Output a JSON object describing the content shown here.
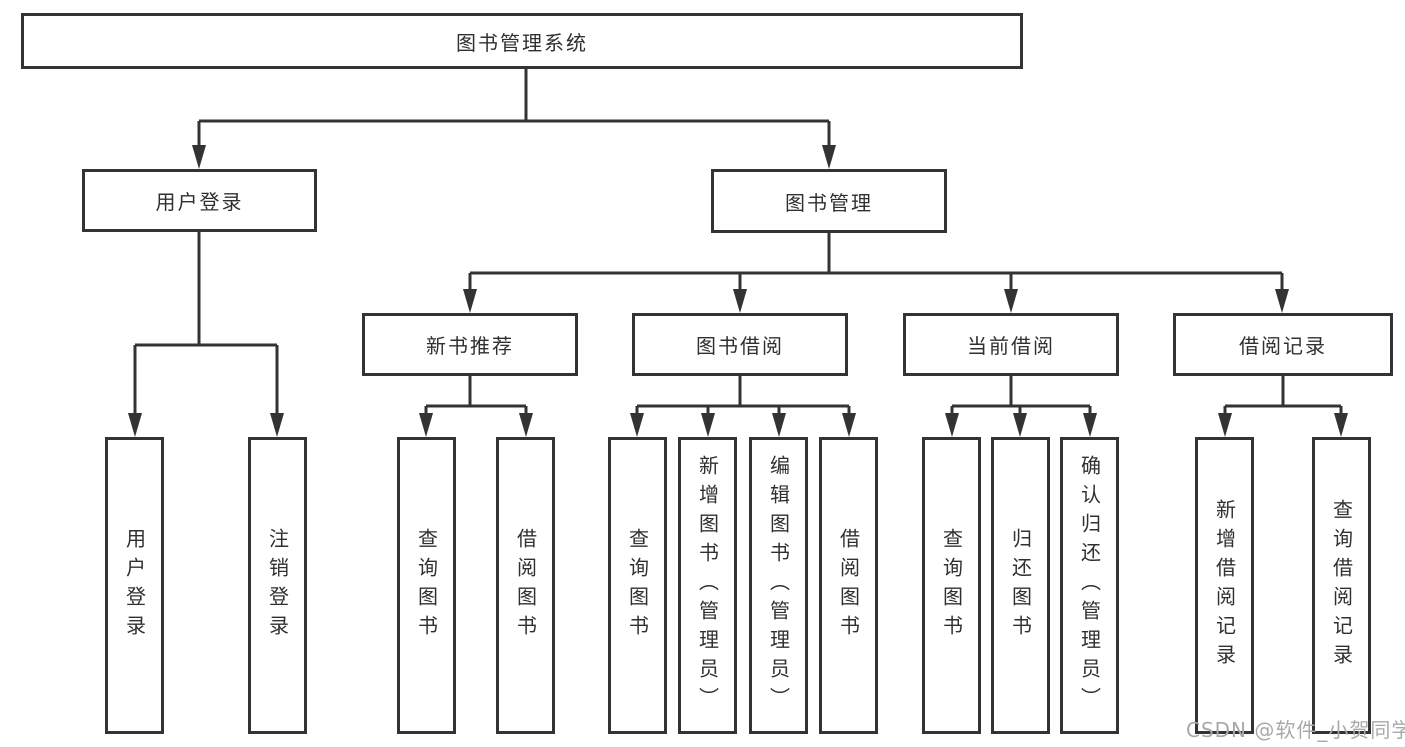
{
  "diagram": {
    "root": {
      "label": "图书管理系统"
    },
    "branches": [
      {
        "label": "用户登录",
        "children": [
          {
            "label": "用户登录"
          },
          {
            "label": "注销登录"
          }
        ]
      },
      {
        "label": "图书管理",
        "children": [
          {
            "label": "新书推荐",
            "children": [
              {
                "label": "查询图书"
              },
              {
                "label": "借阅图书"
              }
            ]
          },
          {
            "label": "图书借阅",
            "children": [
              {
                "label": "查询图书"
              },
              {
                "label": "新增图书（管理员）"
              },
              {
                "label": "编辑图书（管理员）"
              },
              {
                "label": "借阅图书"
              }
            ]
          },
          {
            "label": "当前借阅",
            "children": [
              {
                "label": "查询图书"
              },
              {
                "label": "归还图书"
              },
              {
                "label": "确认归还（管理员）"
              }
            ]
          },
          {
            "label": "借阅记录",
            "children": [
              {
                "label": "新增借阅记录"
              },
              {
                "label": "查询借阅记录"
              }
            ]
          }
        ]
      }
    ]
  },
  "watermark": {
    "text": "CSDN @软件_小贺同学"
  },
  "colors": {
    "line": "#333333",
    "box_border": "#333333",
    "text": "#303030",
    "watermark": "#a9a9a9",
    "background": "#ffffff"
  }
}
